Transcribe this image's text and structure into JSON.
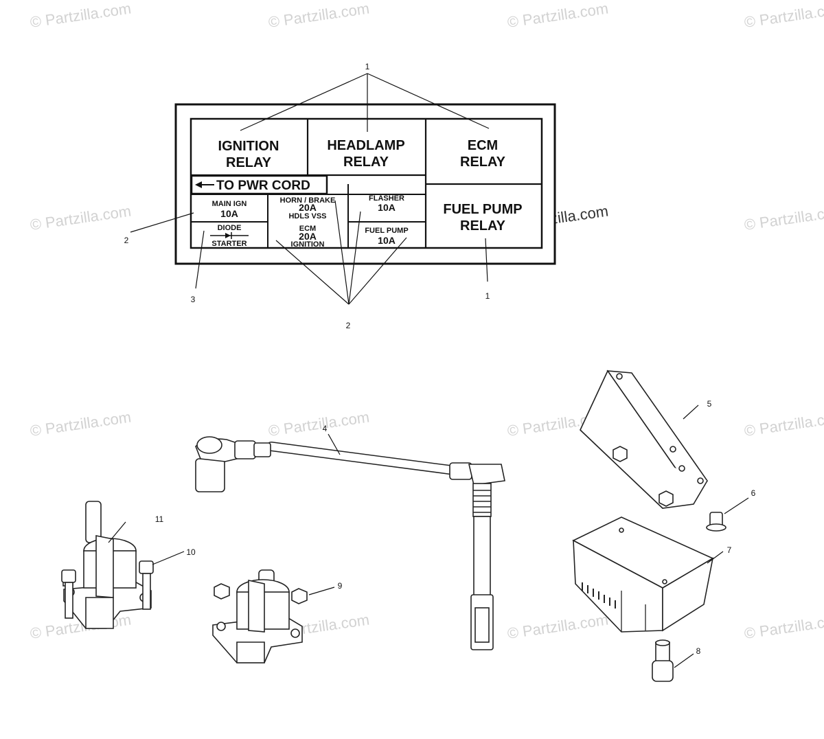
{
  "watermark": "© Partzilla.com",
  "fuse_box": {
    "relays": {
      "ignition": [
        "IGNITION",
        "RELAY"
      ],
      "headlamp": [
        "HEADLAMP",
        "RELAY"
      ],
      "ecm": [
        "ECM",
        "RELAY"
      ],
      "fuel_pump": [
        "FUEL PUMP",
        "RELAY"
      ]
    },
    "pwr_cord": "TO PWR CORD",
    "fuses": {
      "main_ign": [
        "MAIN IGN",
        "10A"
      ],
      "horn_brake": [
        "HORN / BRAKE",
        "20A",
        "HDLS VSS"
      ],
      "flasher": [
        "FLASHER",
        "10A"
      ],
      "diode": [
        "DIODE",
        "STARTER"
      ],
      "ecm": [
        "ECM",
        "20A",
        "IGNITION"
      ],
      "fuel_pump": [
        "FUEL PUMP",
        "10A"
      ]
    }
  },
  "callouts": {
    "c1_top": "1",
    "c1_right": "1",
    "c2_left": "2",
    "c2_bottom": "2",
    "c3": "3",
    "c4": "4",
    "c5": "5",
    "c6": "6",
    "c7": "7",
    "c8": "8",
    "c9": "9",
    "c10": "10",
    "c11": "11"
  }
}
